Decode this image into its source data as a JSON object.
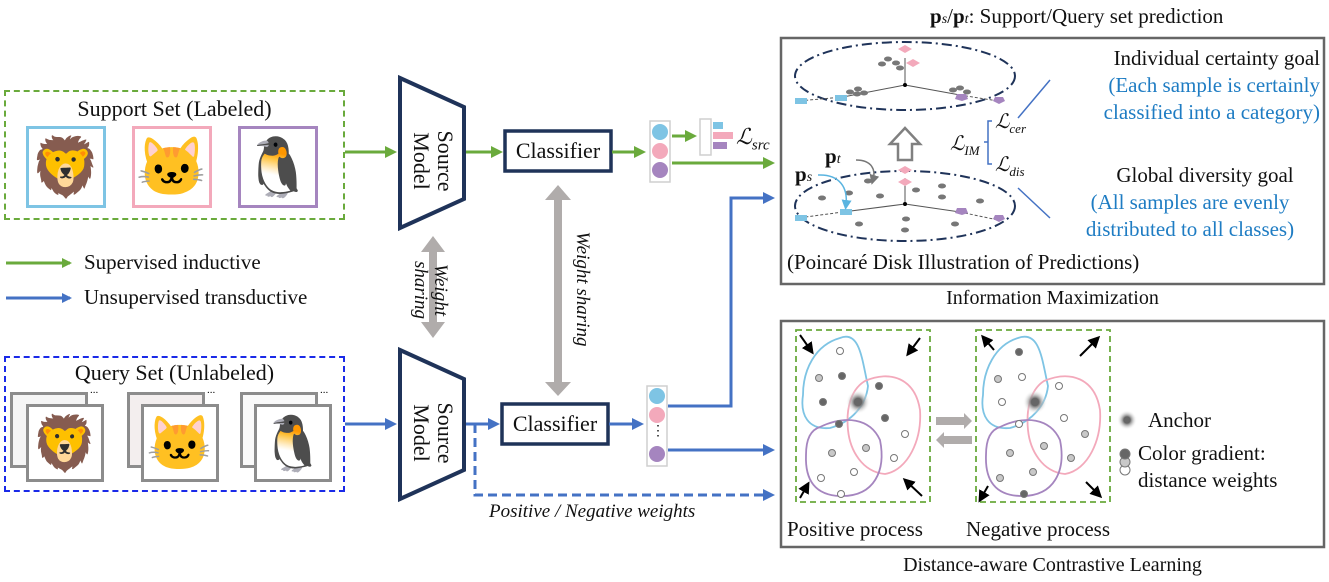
{
  "colors": {
    "supervised_green": "#6aaa3c",
    "unsupervised_blue": "#4472c4",
    "query_box_blue": "#1a2ae8",
    "model_navy": "#1f3359",
    "class_blue": "#7ec4e4",
    "class_pink": "#f3a9bb",
    "class_purple": "#a585bf",
    "panel_border": "#666666",
    "goal_text_blue": "#1e7cc3",
    "weight_share_gray": "#b0acab",
    "dash_dot_navy": "#1f3359"
  },
  "legend_top": {
    "text": "p_s/p_t: Support/Query set prediction",
    "ps": "p",
    "ps_sub": "s",
    "pt": "p",
    "pt_sub": "t",
    "rest": ": Support/Query set prediction"
  },
  "support_set": {
    "title": "Support Set (Labeled)",
    "images": [
      {
        "label": "lion",
        "emoji": "🦁",
        "frame_color": "class_blue"
      },
      {
        "label": "cat",
        "emoji": "🐱",
        "frame_color": "class_pink"
      },
      {
        "label": "penguin",
        "emoji": "🐧",
        "frame_color": "class_purple"
      }
    ]
  },
  "query_set": {
    "title": "Query Set (Unlabeled)",
    "images": [
      {
        "label": "lion",
        "emoji": "🦁"
      },
      {
        "label": "cat",
        "emoji": "🐱"
      },
      {
        "label": "penguin",
        "emoji": "🐧"
      }
    ],
    "more_marker": "..."
  },
  "legend_arrows": [
    {
      "label": "Supervised inductive",
      "color": "supervised_green"
    },
    {
      "label": "Unsupervised transductive",
      "color": "unsupervised_blue"
    }
  ],
  "model": {
    "top_label_line1": "Source",
    "top_label_line2": "Model",
    "bottom_label_line1": "Source",
    "bottom_label_line2": "Model"
  },
  "weight_sharing": {
    "model_line1": "Weight",
    "model_line2": "sharing",
    "classifier": "Weight sharing"
  },
  "classifier": {
    "top_label": "Classifier",
    "bottom_label": "Classifier"
  },
  "loss": {
    "src_script": "ℒ",
    "src_sub": "src",
    "im_script": "ℒ",
    "im_sub": "IM",
    "cer_script": "ℒ",
    "cer_sub": "cer",
    "dis_script": "ℒ",
    "dis_sub": "dis"
  },
  "prediction_vector_ellipsis": "⋮",
  "positive_negative_label": "Positive / Negative weights",
  "info_max": {
    "panel_caption": "Information Maximization",
    "disk_caption": "(Poincaré Disk Illustration of Predictions)",
    "pt_label": "p",
    "pt_sub": "t",
    "ps_label": "p",
    "ps_sub": "s",
    "certainty_title": "Individual certainty goal",
    "certainty_desc_line1": "(Each sample is certainly",
    "certainty_desc_line2": "classified into a category)",
    "diversity_title": "Global diversity goal",
    "diversity_desc_line1": "(All samples are evenly",
    "diversity_desc_line2": "distributed to all classes)"
  },
  "contrastive": {
    "panel_caption": "Distance-aware Contrastive Learning",
    "positive_label": "Positive process",
    "negative_label": "Negative process",
    "anchor_label": "Anchor",
    "gradient_line1": "Color gradient:",
    "gradient_line2": "distance weights"
  }
}
